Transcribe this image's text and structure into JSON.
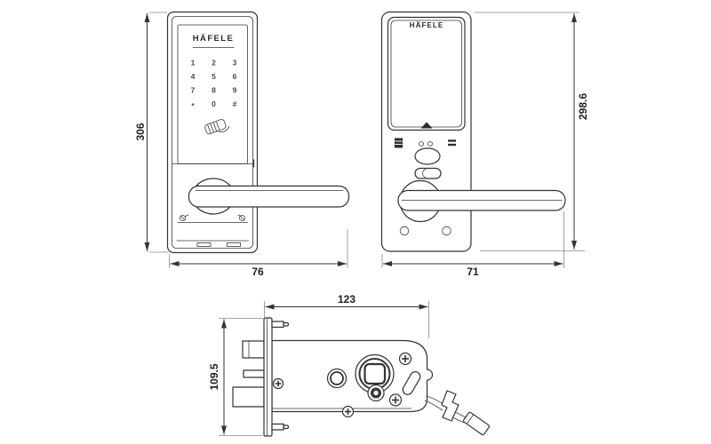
{
  "brand": "HÄFELE",
  "views": {
    "front": {
      "keypad_keys": [
        "1",
        "2",
        "3",
        "4",
        "5",
        "6",
        "7",
        "8",
        "9",
        "*",
        "0",
        "#"
      ],
      "dim_height": "306",
      "dim_width": "76"
    },
    "back": {
      "dim_height": "298.6",
      "dim_width": "71"
    },
    "mortise": {
      "dim_width": "123",
      "dim_height": "109.5"
    }
  },
  "icons": {
    "front": [
      "rfid-card-icon"
    ],
    "back": [
      "battery-cover-arrow-icon",
      "stack-icon",
      "led-indicators",
      "open-button",
      "equals-icon",
      "privacy-toggle"
    ],
    "mortise": [
      "latch-bolt",
      "deadbolt",
      "spindle-hub",
      "cable-connector"
    ]
  },
  "colors": {
    "line": "#333333",
    "text": "#1f1f1f",
    "background": "#ffffff"
  }
}
